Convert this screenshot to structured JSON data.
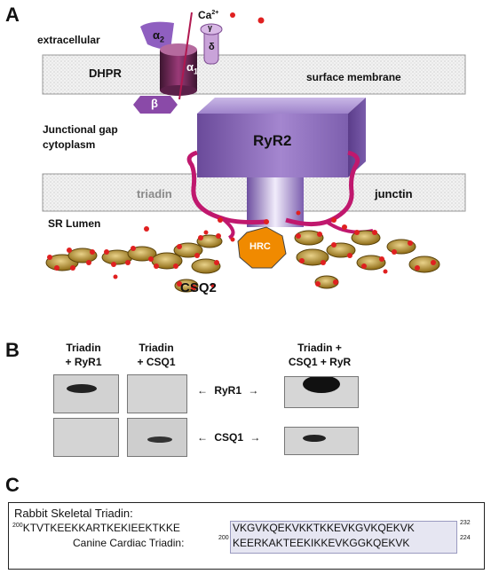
{
  "panel_a": {
    "letter": "A",
    "extracellular": "extracellular",
    "alpha2_main": "α",
    "alpha2_sub": "2",
    "ca_main": "Ca",
    "ca_sup": "2+",
    "gamma": "γ",
    "delta": "δ",
    "alpha1_main": "α",
    "alpha1_sub": "1",
    "beta": "β",
    "dhpr": "DHPR",
    "surface_membrane": "surface membrane",
    "junctional_gap_line1": "Junctional gap",
    "junctional_gap_line2": "cytoplasm",
    "ryr2": "RyR2",
    "triadin": "triadin",
    "junctin": "junctin",
    "sr_lumen": "SR Lumen",
    "hrc": "HRC",
    "csq2": "CSQ2"
  },
  "panel_b": {
    "letter": "B",
    "col1_line1": "Triadin",
    "col1_line2": "+ RyR1",
    "col2_line1": "Triadin",
    "col2_line2": "+ CSQ1",
    "col3_line1": "Triadin +",
    "col3_line2": "CSQ1 + RyR",
    "row1_label": "RyR1",
    "row2_label": "CSQ1"
  },
  "panel_c": {
    "letter": "C",
    "title": "Rabbit Skeletal Triadin:",
    "rabbit_start": "200",
    "rabbit_plain": "KTVTKEEKKARTKEKIEEKTKKE",
    "rabbit_boxed": "VKGVKQEKVKKTKKEVKGVKQEKVK",
    "rabbit_end": "232",
    "canine_label": "Canine Cardiac Triadin:",
    "canine_start": "200",
    "canine_boxed": "KEERKAKTEEKIKKEVKGGKQEKVK",
    "canine_end": "224"
  },
  "colors": {
    "membrane": "#eeeeee",
    "ryr_purple": "#7b5ca8",
    "magenta": "#c0186e",
    "csq_gold": "#a0801e",
    "ca_red": "#e02020",
    "hrc_orange": "#f08a00",
    "highlight": "#e4e4f0"
  }
}
